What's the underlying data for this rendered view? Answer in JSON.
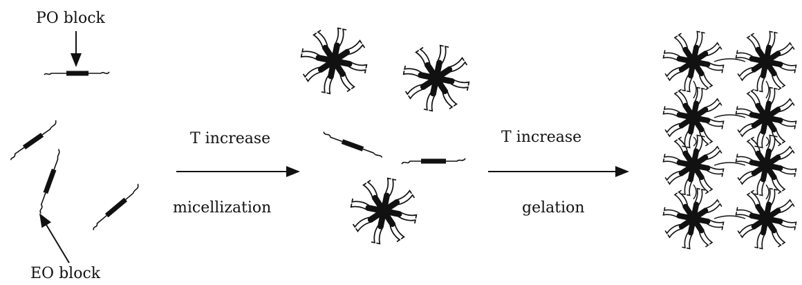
{
  "labels": {
    "po_block": "PO block",
    "eo_block": "EO block",
    "step1_top": "T increase",
    "step1_bottom": "micellization",
    "step2_top": "T increase",
    "step2_bottom": "gelation"
  },
  "colors": {
    "ink": "#111111",
    "background": "#ffffff"
  }
}
